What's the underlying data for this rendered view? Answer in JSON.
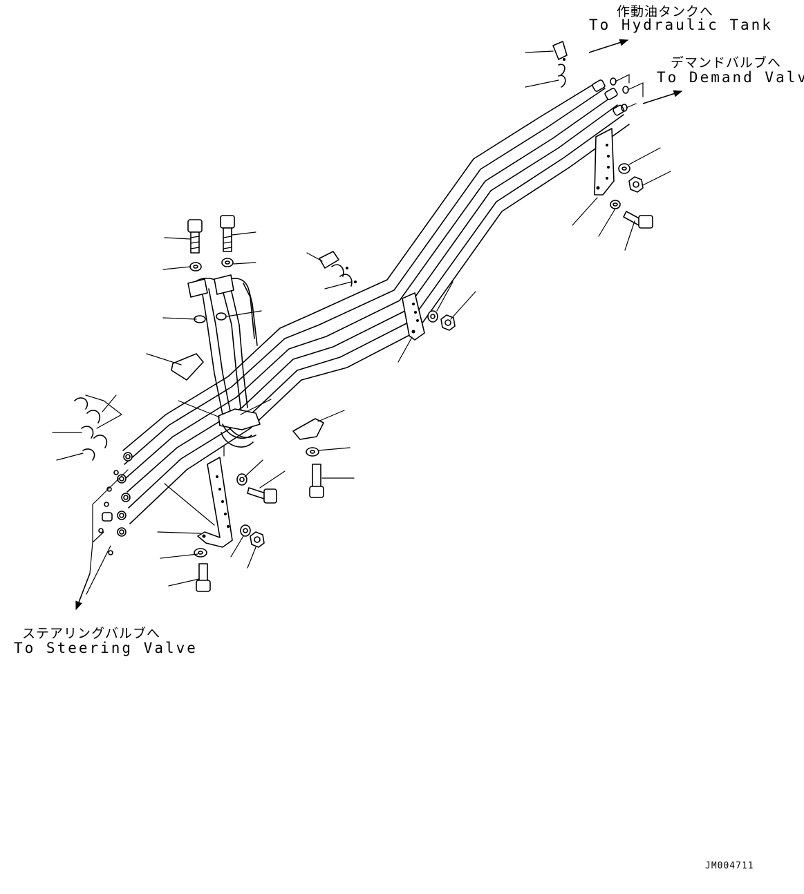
{
  "labels": {
    "hydraulic_tank_jp": "作動油タンクへ",
    "hydraulic_tank_en": "To Hydraulic Tank",
    "demand_valve_jp": "デマンドバルブへ",
    "demand_valve_en": "To Demand Valve",
    "steering_valve_jp": "ステアリングバルブへ",
    "steering_valve_en": "To Steering Valve"
  },
  "drawing_code": "JM004711"
}
